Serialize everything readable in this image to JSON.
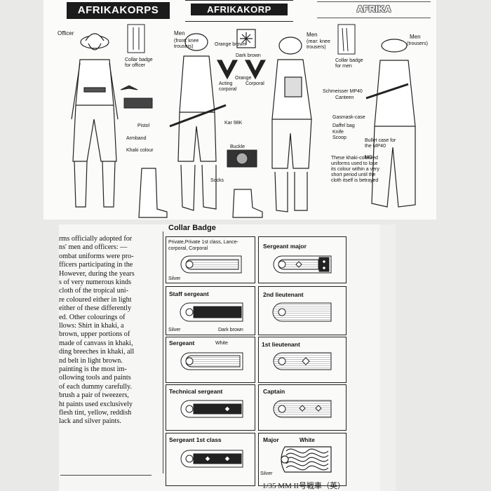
{
  "banners": {
    "left": "AFRIKAKORPS",
    "center": "AFRIKAKORP",
    "right": "AFRIKA"
  },
  "figure_labels": {
    "officer": "Officer",
    "men_front": "Men",
    "men_front_note": "(front: knee trousers)",
    "collar_badge_officer": "Collar badge for officer",
    "pistol": "Pistol",
    "armband": "Armband",
    "khaki_colour": "Khaki colour",
    "orange_brown": "Orange brown",
    "dark_brown": "Dark brown",
    "orange": "Orange",
    "acting_corporal": "Acting corporal",
    "corporal": "Corporal",
    "kar98k": "Kar 98K",
    "buckle": "Buckle",
    "socks": "Socks",
    "men_rear": "Men",
    "men_rear_note": "(rear: knee trousers)",
    "collar_badge_men": "Collar badge for men",
    "men_trousers": "Men",
    "men_trousers_note": "(trousers)",
    "schmeisser": "Schmeisser MP40",
    "canteen": "Canteen",
    "gasmask": "Gasmask-case",
    "duffel": "Daffel bag",
    "knife": "Knife",
    "scoop": "Scoop",
    "bullet_case": "Bullet case for the MP40",
    "mg": "MG",
    "khaki_note": "These khaki-coloured uniforms used to lose its colour within a very short period until the cloth itself is betrayed"
  },
  "body_text": {
    "para1": [
      "rms officially adopted for",
      "ns' men and officers: —",
      "ombat uniforms were pro-",
      "fficers participating in the",
      "However, during the years",
      "s of very numerous kinds",
      "cloth of the tropical uni-",
      "re coloured either in light",
      "either of these differently",
      "ed. Other colourings  of",
      "llows: Shirt in khaki, a",
      "brown, upper portions of",
      "made of canvass in khaki,",
      "ding breeches in khaki, all",
      "nd belt in light brown."
    ],
    "para2": [
      "painting is the most im-",
      "ollowing tools and paints",
      "of each dummy carefully.",
      "brush a pair of tweezers,",
      "ht paints used exclusively",
      "flesh tint, yellow, reddish",
      "lack and silver paints."
    ]
  },
  "collar_badge": {
    "title": "Collar Badge",
    "ranks": [
      {
        "title": "Private,Private 1st class, Lance-corporal, Corporal",
        "note": "Silver"
      },
      {
        "title": "Sergeant major",
        "note": ""
      },
      {
        "title": "Staff sergeant",
        "note": "Silver",
        "note2": "Dark brown"
      },
      {
        "title": "2nd lieutenant",
        "note": ""
      },
      {
        "title": "Sergeant",
        "note": "White"
      },
      {
        "title": "1st lieutenant",
        "note": ""
      },
      {
        "title": "Technical sergeant",
        "note": ""
      },
      {
        "title": "Captain",
        "note": ""
      },
      {
        "title": "Sergeant 1st class",
        "note": ""
      },
      {
        "title": "Major",
        "note": "White",
        "note2": "Silver"
      }
    ]
  },
  "footer": "1/35 MM II号戦車（英）"
}
